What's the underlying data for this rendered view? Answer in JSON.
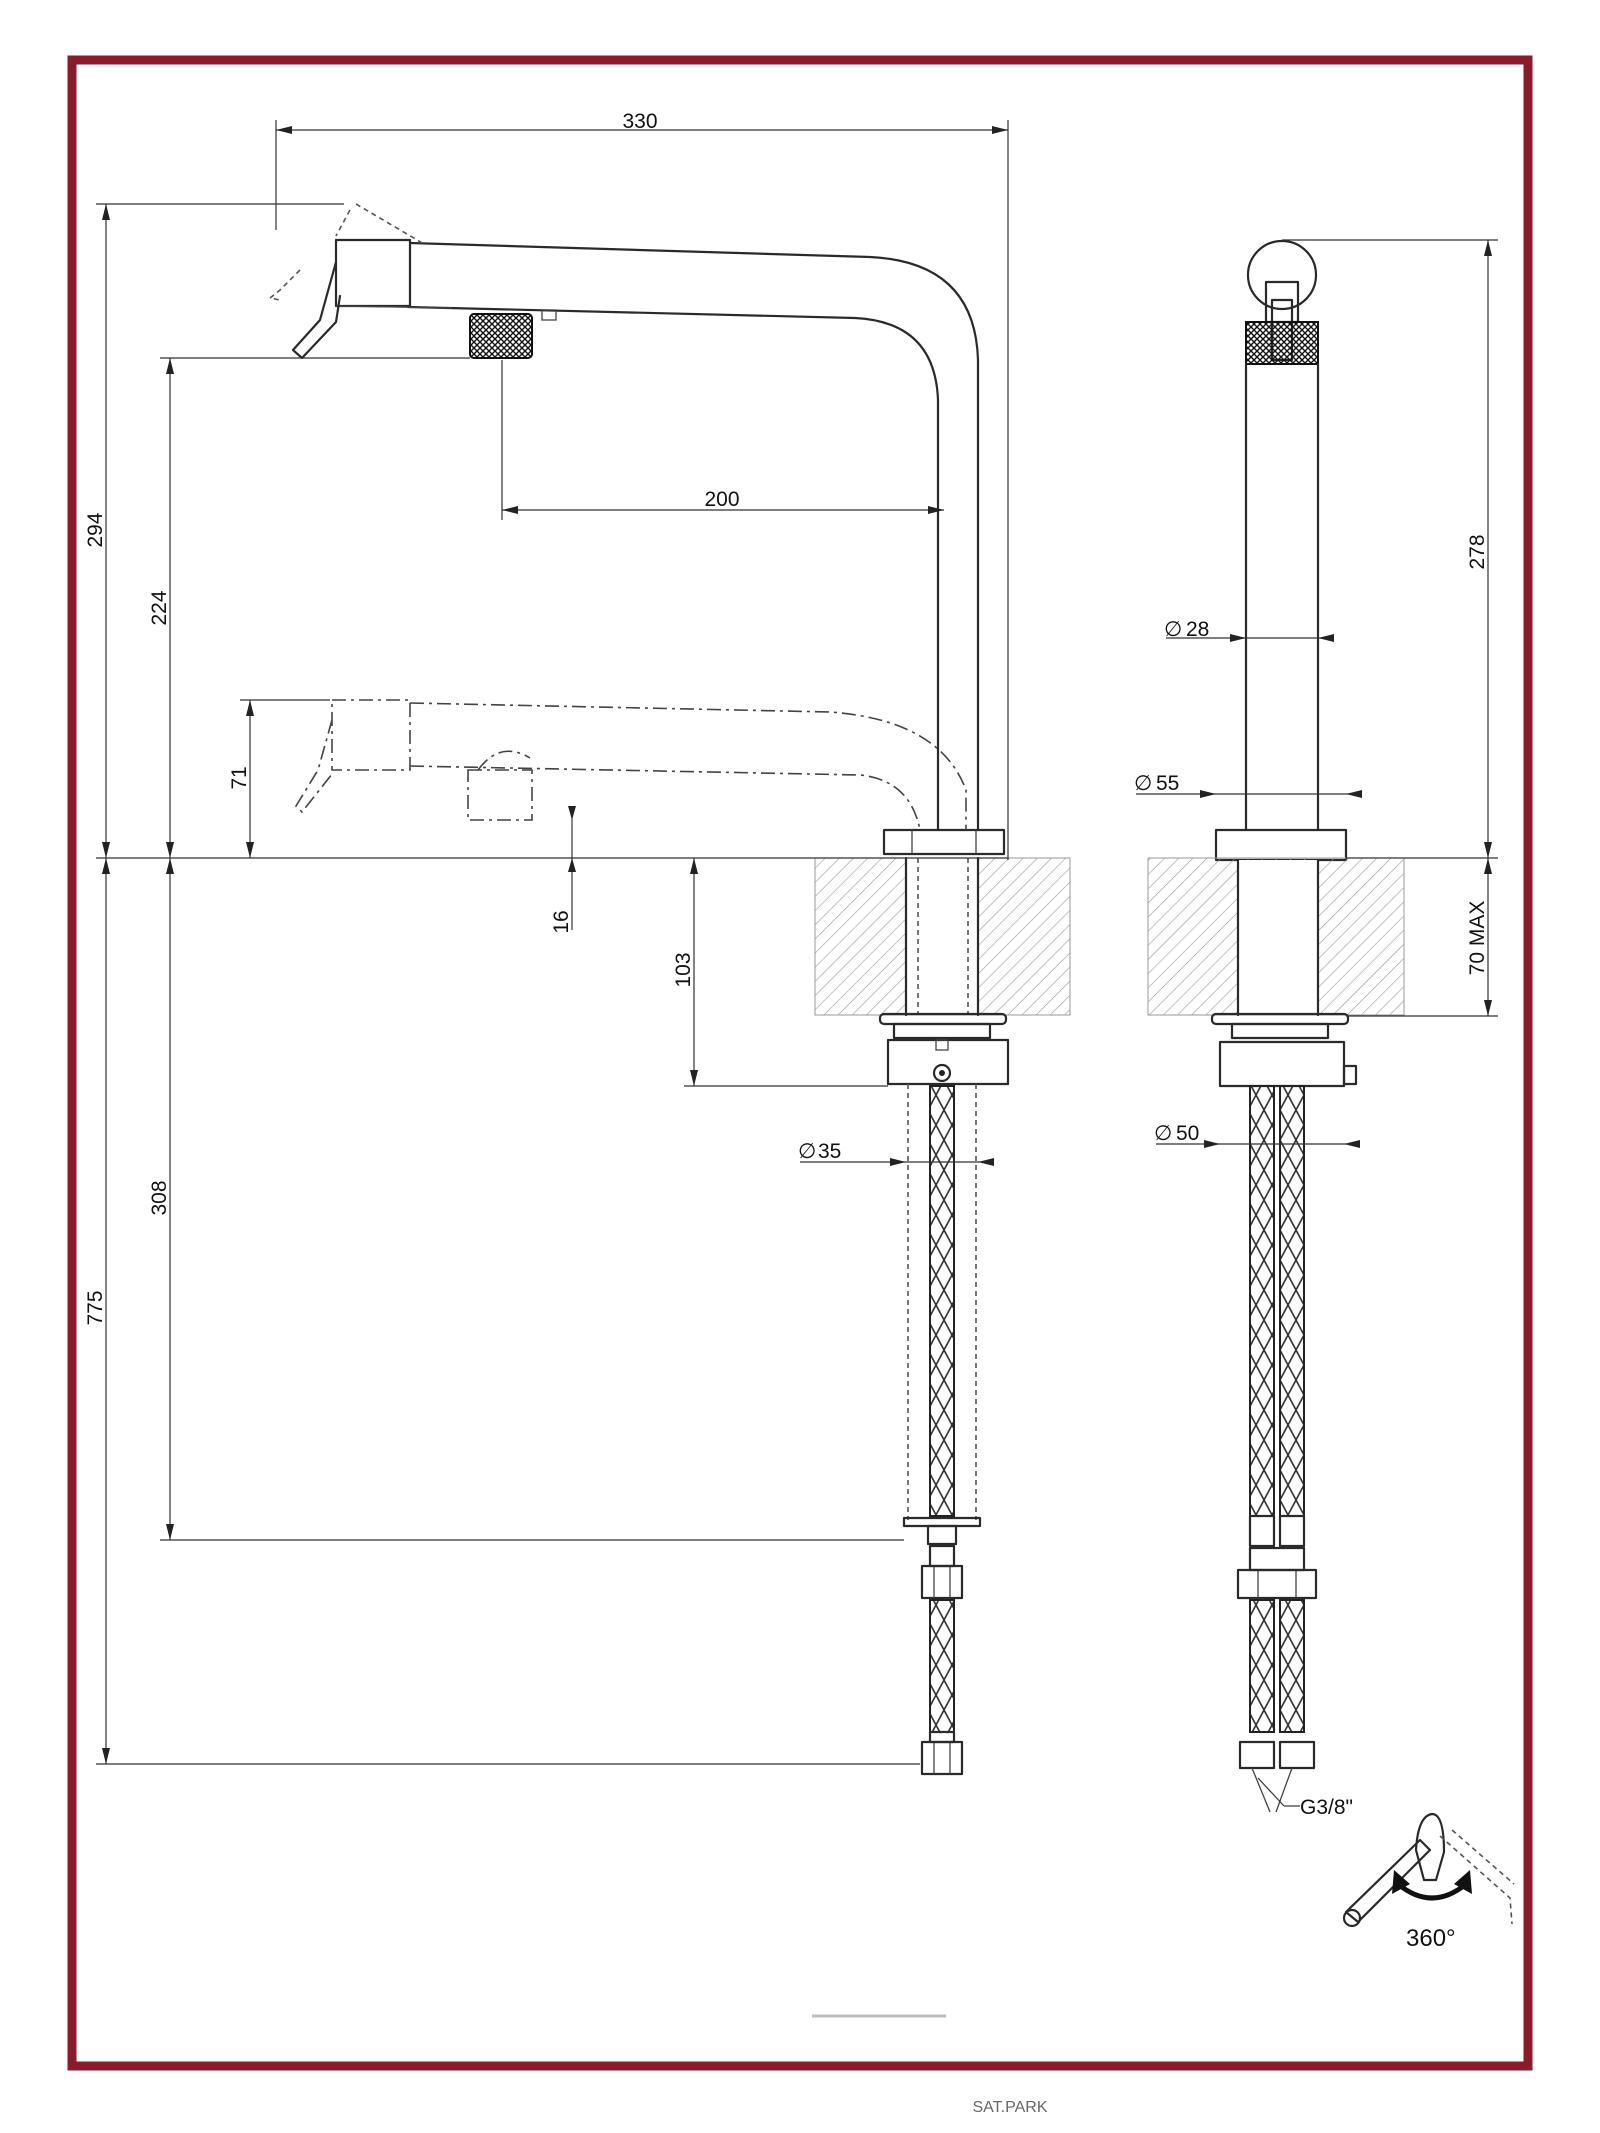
{
  "frame": {
    "border_color": "#8b1a2b"
  },
  "dimensions": {
    "total_reach": "330",
    "total_height": "294",
    "outlet_height": "224",
    "outlet_reach": "200",
    "pulled_down_height": "71",
    "lowered_offset": "16",
    "body_below_deck": "103",
    "hose_section": "308",
    "overall_length": "775",
    "side_height": "278",
    "spout_diameter": "28",
    "base_diameter": "55",
    "shank_diameter": "35",
    "nut_diameter": "50",
    "deck_thickness": "70 MAX"
  },
  "symbols": {
    "diameter": "∅"
  },
  "connector": {
    "thread": "G3/8\""
  },
  "rotation": {
    "angle": "360°"
  },
  "footer": {
    "fragment": "SAT.PARK"
  }
}
